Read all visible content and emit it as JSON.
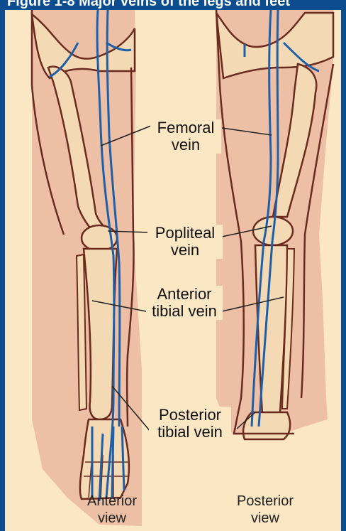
{
  "header": {
    "partial_title": "Figure 1-8 Major veins of the legs and feet"
  },
  "labels": {
    "femoral_vein": [
      "Femoral",
      "vein"
    ],
    "popliteal_vein": [
      "Popliteal",
      "vein"
    ],
    "anterior_tibial_vein": [
      "Anterior",
      "tibial vein"
    ],
    "posterior_tibial_vein": [
      "Posterior",
      "tibial vein"
    ]
  },
  "views": {
    "anterior": [
      "Anterior",
      "view"
    ],
    "posterior": [
      "Posterior",
      "view"
    ]
  },
  "colors": {
    "frame": "#0b4d8f",
    "background": "#fce7c4",
    "skin": "#eab8a0",
    "bone": "#f3d9b4",
    "outline": "#6b2a1e",
    "vein": "#1f5fa8"
  }
}
